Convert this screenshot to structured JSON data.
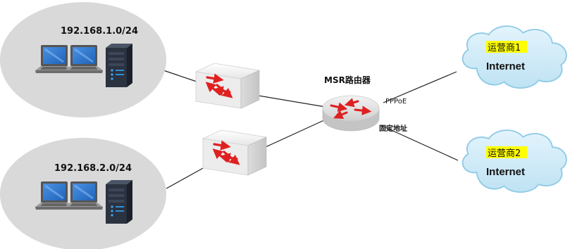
{
  "lan1": {
    "subnet": "192.168.1.0/24"
  },
  "lan2": {
    "subnet": "192.168.2.0/24"
  },
  "router": {
    "label": "MSR路由器"
  },
  "links": {
    "pppoe": "PPPoE",
    "fixed": "固定地址"
  },
  "isp1": {
    "name": "运营商1",
    "cloud": "Internet"
  },
  "isp2": {
    "name": "运营商2",
    "cloud": "Internet"
  },
  "colors": {
    "lan_zone": "#d9d9d9",
    "cloud_fill": "#cde9f6",
    "cloud_stroke": "#8ecae6",
    "isp_highlight": "#ffff00",
    "arrow_red": "#e02020",
    "link_line": "#222222",
    "server_body": "#2b3240",
    "laptop_screen": "#1e63b8"
  },
  "icons": [
    "laptop-icon",
    "server-icon",
    "switch-icon",
    "router-icon",
    "cloud-icon"
  ]
}
